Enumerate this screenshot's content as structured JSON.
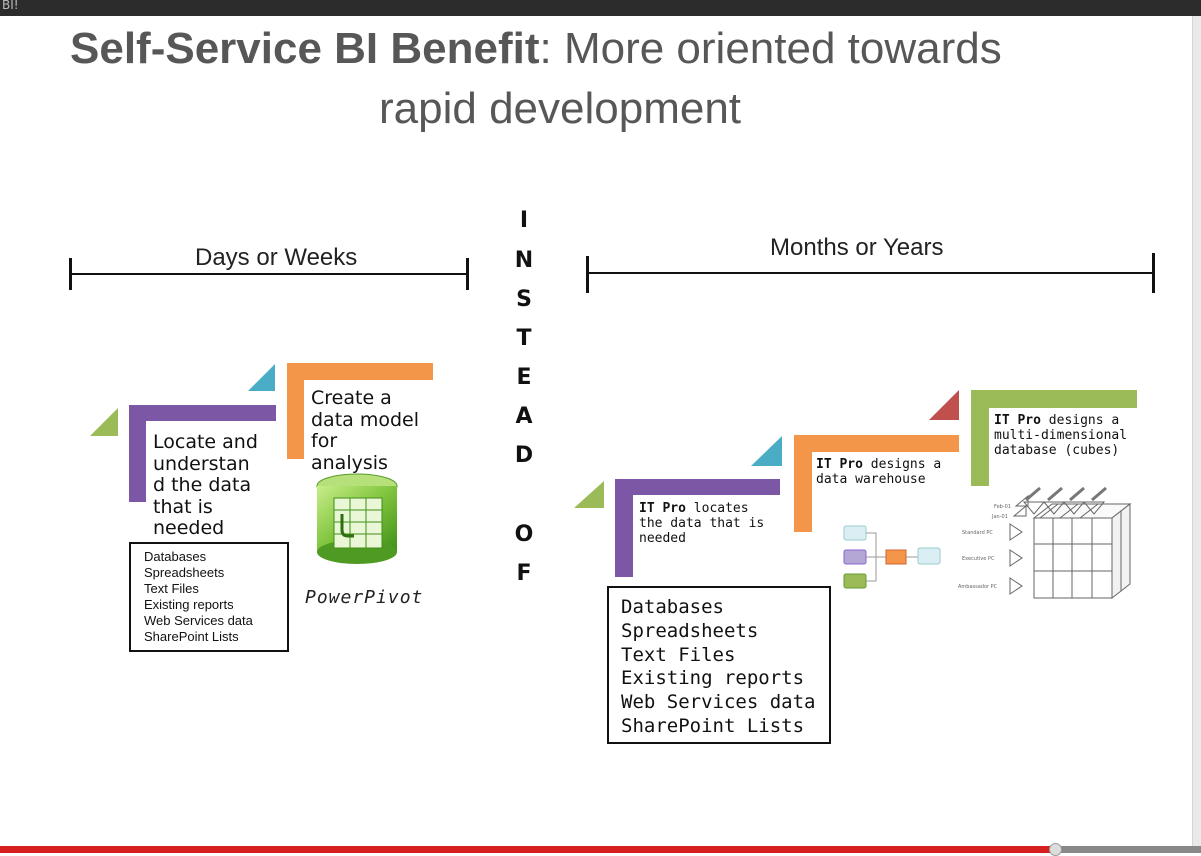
{
  "topbar_text": "BI!",
  "title": {
    "bold": "Self-Service BI Benefit",
    "rest": ": More oriented towards",
    "line2": "rapid development"
  },
  "left": {
    "timeline_label": "Days or Weeks",
    "step1": [
      "Locate and",
      "understan",
      "d the data",
      "that is",
      "needed"
    ],
    "step2": [
      "Create a",
      "data model",
      "for",
      "analysis"
    ],
    "sources": [
      "Databases",
      "Spreadsheets",
      "Text Files",
      "Existing reports",
      "Web Services data",
      "SharePoint Lists"
    ],
    "logo_text": "PowerPivot"
  },
  "divider": [
    "I",
    "N",
    "S",
    "T",
    "E",
    "A",
    "D",
    "O",
    "F"
  ],
  "right": {
    "timeline_label": "Months or Years",
    "step1": {
      "bold": "IT Pro",
      "text": " locates",
      "lines": [
        "the data that is",
        "needed"
      ]
    },
    "step2": {
      "bold": "IT Pro",
      "text": " designs a",
      "lines": [
        "data warehouse"
      ]
    },
    "step3": {
      "bold": "IT Pro",
      "text": " designs a",
      "lines": [
        "multi-dimensional",
        "database (cubes)"
      ]
    },
    "sources": [
      "Databases",
      "Spreadsheets",
      "Text Files",
      "Existing reports",
      "Web Services data",
      "SharePoint Lists"
    ]
  },
  "colors": {
    "purple": "#7b57a5",
    "orange": "#f3964a",
    "green": "#9bbb59",
    "blue": "#4bacc6",
    "red": "#c0504d",
    "title": "#575757",
    "progress": "#d62020"
  },
  "video_progress": 0.876
}
